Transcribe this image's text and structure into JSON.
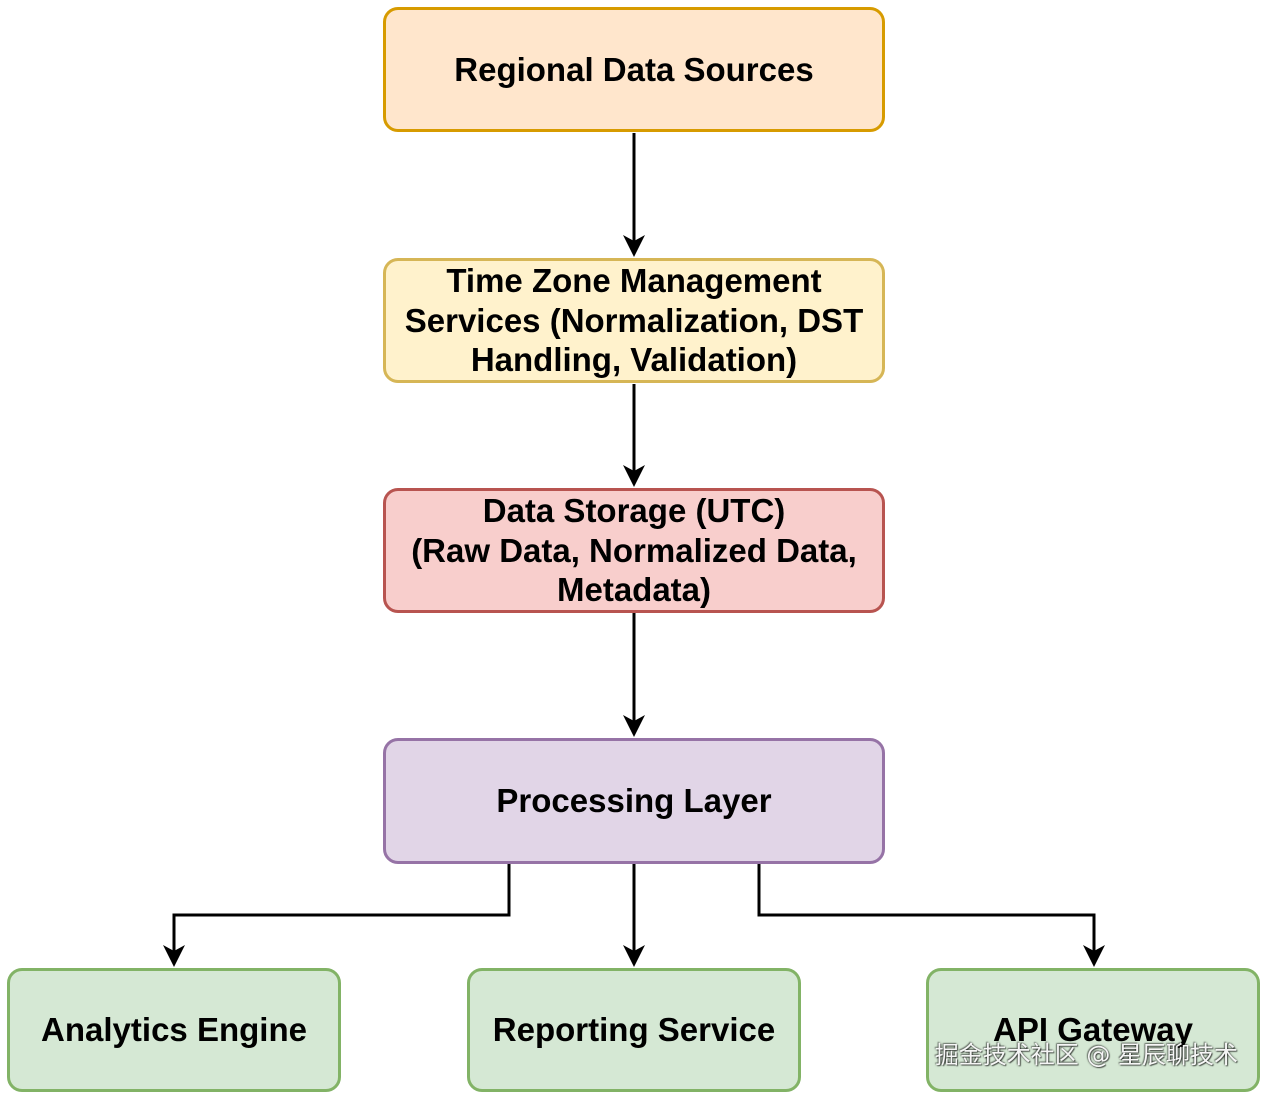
{
  "diagram": {
    "nodes": [
      {
        "lines": [
          "Regional Data Sources"
        ],
        "fill": "#ffe6cc",
        "stroke": "#d79b00"
      },
      {
        "lines": [
          "Time Zone Management",
          "Services (Normalization, DST",
          "Handling, Validation)"
        ],
        "fill": "#fff2cc",
        "stroke": "#d6b656"
      },
      {
        "lines": [
          "Data Storage (UTC)",
          "(Raw Data, Normalized Data,",
          "Metadata)"
        ],
        "fill": "#f8cecc",
        "stroke": "#b85450"
      },
      {
        "lines": [
          "Processing Layer"
        ],
        "fill": "#e1d5e7",
        "stroke": "#9673a6"
      },
      {
        "lines": [
          "Analytics Engine"
        ],
        "fill": "#d5e8d4",
        "stroke": "#82b366"
      },
      {
        "lines": [
          "Reporting Service"
        ],
        "fill": "#d5e8d4",
        "stroke": "#82b366"
      },
      {
        "lines": [
          "API Gateway"
        ],
        "fill": "#d5e8d4",
        "stroke": "#82b366"
      }
    ],
    "edges": [
      {
        "from": 0,
        "to": 1
      },
      {
        "from": 1,
        "to": 2
      },
      {
        "from": 2,
        "to": 3
      },
      {
        "from": 3,
        "to": 4
      },
      {
        "from": 3,
        "to": 5
      },
      {
        "from": 3,
        "to": 6
      }
    ],
    "edge_color": "#000000",
    "text_color": "#000000"
  },
  "watermark": "掘金技术社区 @ 星辰聊技术"
}
